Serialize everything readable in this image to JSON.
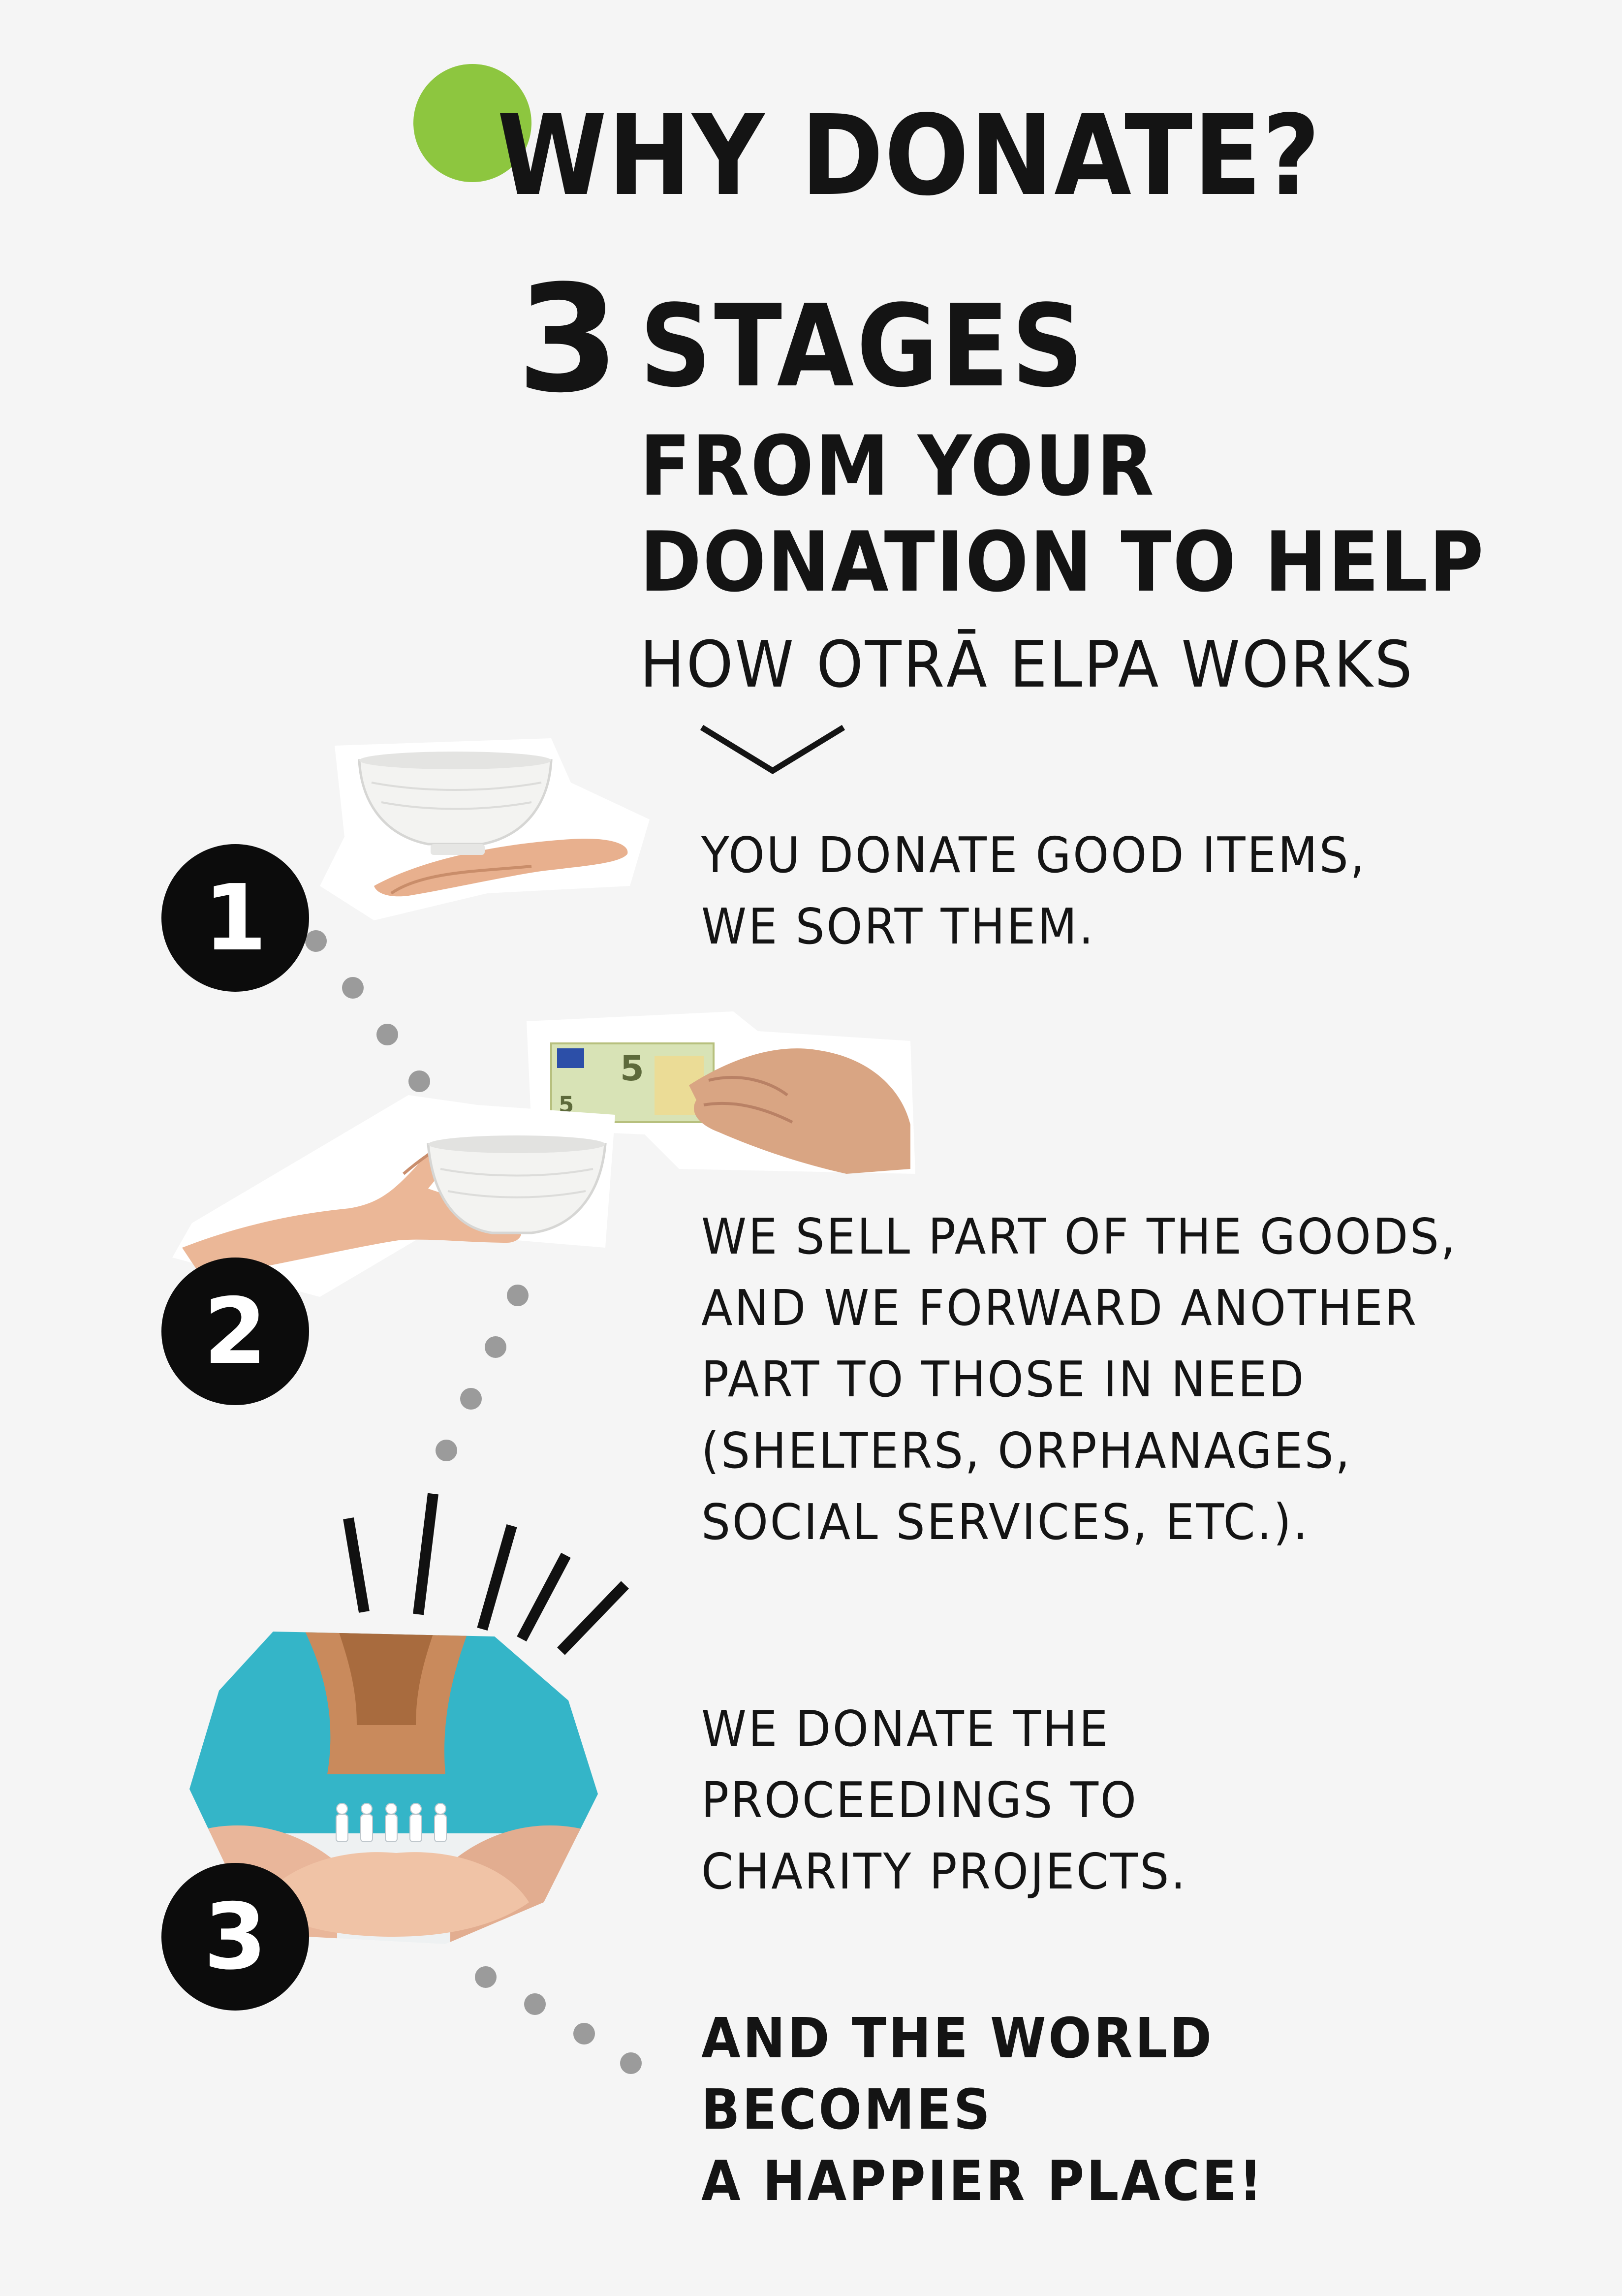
{
  "header": {
    "title": "WHY DONATE?",
    "stages_number": "3",
    "stages_word": "STAGES",
    "subtitle_lines": [
      "FROM YOUR",
      "DONATION TO HELP"
    ],
    "tagline": "HOW OTRĀ ELPA WORKS"
  },
  "steps": [
    {
      "number": "1",
      "lines": [
        "YOU DONATE GOOD ITEMS,",
        "WE SORT THEM."
      ]
    },
    {
      "number": "2",
      "lines": [
        "WE SELL PART OF THE GOODS,",
        "AND WE FORWARD ANOTHER",
        "PART TO THOSE IN NEED",
        "(SHELTERS, ORPHANAGES,",
        "SOCIAL SERVICES, ETC.)."
      ]
    },
    {
      "number": "3",
      "lines": [
        "WE DONATE THE",
        "PROCEEDINGS TO",
        "CHARITY PROJECTS."
      ]
    }
  ],
  "closing": {
    "lines": [
      "AND THE WORLD",
      "BECOMES",
      "A HAPPIER PLACE!"
    ]
  },
  "banknote_value": "5",
  "icons": [
    "chevron-down-icon",
    "hand-holding-bowl-icon",
    "hand-giving-banknote-icon",
    "hands-paper-family-icon",
    "burst-lines-icon"
  ],
  "colors": {
    "background": "#f5f5f5",
    "accent_green": "#8dc63f",
    "text": "#141414",
    "circle": "#0c0c0c",
    "dots": "#9b9b9b"
  }
}
